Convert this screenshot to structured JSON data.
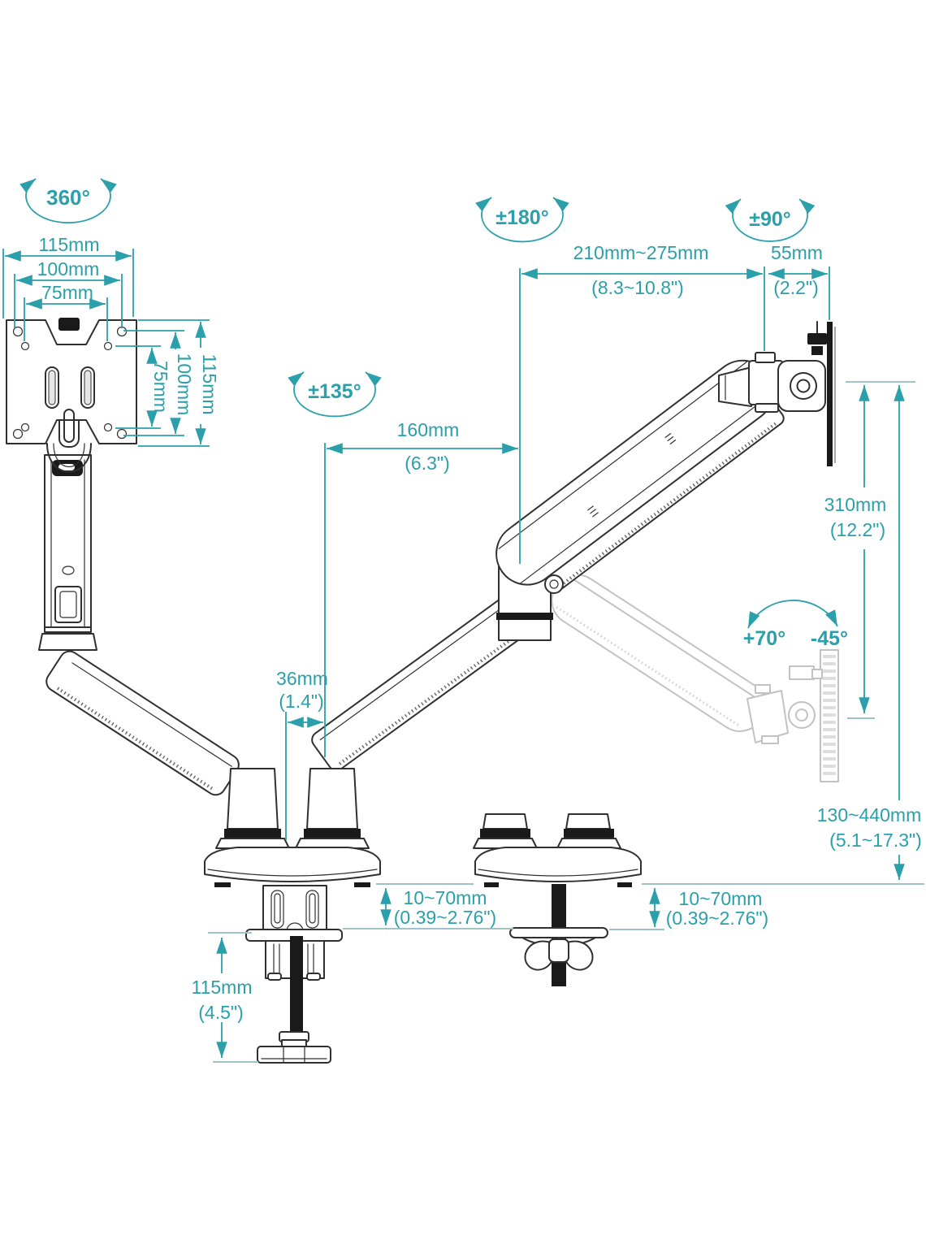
{
  "diagram": {
    "subject": "gas-spring dual monitor desk mount arm dimension drawing",
    "colors": {
      "dimension": "#2BA0AA",
      "line": "#303030",
      "ghost": "#C2C2C2"
    },
    "rotation_labels": {
      "base_swivel": "360°",
      "arm_swivel": "±180°",
      "head_rotation": "±90°",
      "elbow_swivel": "±135°",
      "tilt_up": "+70°",
      "tilt_down": "-45°"
    },
    "dimensions": {
      "vesa_width_outer": "115mm",
      "vesa_width_mid": "100mm",
      "vesa_width_inner": "75mm",
      "vesa_height_inner": "75mm",
      "vesa_height_mid": "100mm",
      "vesa_height_outer": "115mm",
      "extension_range_mm": "210mm~275mm",
      "extension_range_in": "(8.3~10.8\")",
      "head_depth_mm": "55mm",
      "head_depth_in": "(2.2\")",
      "forearm_length_mm": "160mm",
      "forearm_length_in": "(6.3\")",
      "lift_height_mm": "310mm",
      "lift_height_in": "(12.2\")",
      "height_range_mm": "130~440mm",
      "height_range_in": "(5.1~17.3\")",
      "pole_gap_mm": "36mm",
      "pole_gap_in": "(1.4\")",
      "clamp_range_left_mm": "10~70mm",
      "clamp_range_left_in": "(0.39~2.76\")",
      "clamp_range_right_mm": "10~70mm",
      "clamp_range_right_in": "(0.39~2.76\")",
      "clamp_height_mm": "115mm",
      "clamp_height_in": "(4.5\")"
    }
  }
}
